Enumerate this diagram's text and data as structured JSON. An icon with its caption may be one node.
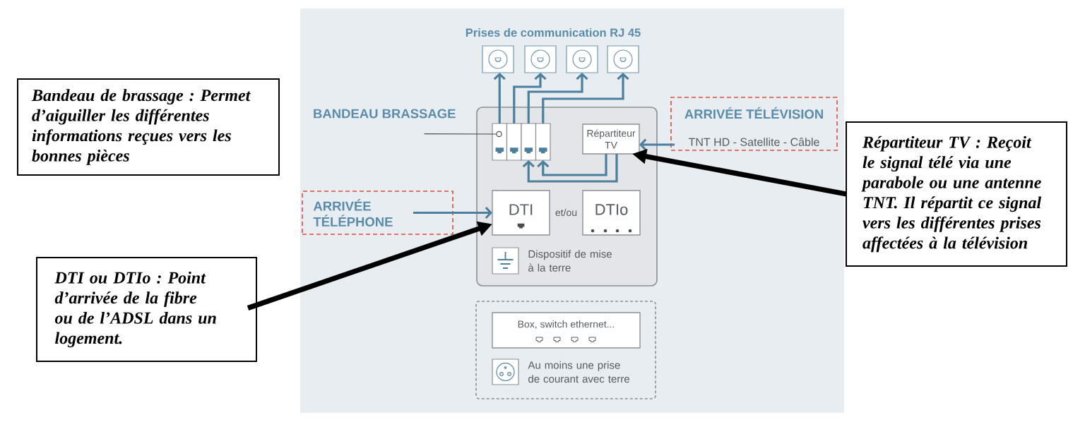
{
  "diagram": {
    "nodes": [
      {
        "text": [],
        "shape": "box"
      },
      {
        "text": [],
        "shape": "box",
        "in": 0
      },
      {
        "text": [],
        "shape": "box",
        "in": 0
      },
      {
        "text": [],
        "shape": "box",
        "in": 0
      },
      {
        "text": [],
        "shape": "box",
        "in": 0
      },
      {
        "text": [
          "Bandeau de brassage : Permet d’aiguiller les différentes informations reçues vers les bonnes pièces"
        ]
      },
      {
        "text": [
          "BANDEAU BRASSAGE"
        ],
        "in": 0
      },
      {
        "text": [],
        "shape": "box",
        "in": 0
      },
      {
        "text": [],
        "shape": "box",
        "in": 7
      },
      {
        "text": [],
        "shape": "box",
        "in": 7
      },
      {
        "text": [],
        "shape": "box",
        "in": 7
      },
      {
        "text": [],
        "shape": "box",
        "in": 7
      },
      {
        "text": [
          "Répartiteur TV"
        ],
        "in": 7
      },
      {
        "text": [
          "ARRIVÉE TÉLÉVISION",
          "TNT HD - Satellite - Câble"
        ],
        "in": 0
      },
      {
        "text": [
          "Répartiteur TV : Reçoit le signal télé via une parabole ou une antenne TNT. Il répartit ce signal vers les différentes prises affectées à la télévision"
        ]
      },
      {
        "text": [
          "ARRIVÉE TÉLÉPHONE"
        ],
        "in": 0
      },
      {
        "text": [
          "DTI"
        ],
        "in": 7
      },
      {
        "text": [
          "DTIo"
        ],
        "in": 7
      },
      {
        "text": [],
        "shape": "box",
        "in": 7,
        "beside": [
          "Dispositif de mise à la terre"
        ]
      },
      {
        "text": [
          "DTI ou DTIo : Point d’arrivée de la fibre ou de l’ADSL dans un logement."
        ]
      },
      {
        "text": [],
        "shape": "box",
        "in": 0
      },
      {
        "text": [
          "Box, switch ethernet..."
        ],
        "in": 20
      },
      {
        "text": [],
        "shape": "box",
        "in": 20,
        "beside": [
          "Au moins une prise de courant avec terre"
        ]
      }
    ],
    "edges": [
      {
        "from": 8,
        "to": 1,
        "arrow": "to"
      },
      {
        "from": 9,
        "to": 2,
        "arrow": "to"
      },
      {
        "from": 10,
        "to": 3,
        "arrow": "to"
      },
      {
        "from": 11,
        "to": 4,
        "arrow": "to"
      },
      {
        "from": 12,
        "to": 11,
        "arrow": "to"
      },
      {
        "from": 12,
        "to": 10,
        "arrow": "to"
      },
      {
        "from": 6,
        "to": 8,
        "arrow": "none",
        "color": "#4d4d4d"
      },
      {
        "from": 13,
        "to": 12,
        "arrow": "to"
      },
      {
        "from": 14,
        "to": 12,
        "arrow": "to",
        "style": "thick",
        "color": "#000000"
      },
      {
        "from": 15,
        "to": 16,
        "arrow": "to"
      },
      {
        "from": 19,
        "to": 16,
        "arrow": "to",
        "style": "thick",
        "color": "#000000"
      }
    ],
    "labels": [
      "Prises de communication RJ 45",
      "et/ou"
    ]
  }
}
